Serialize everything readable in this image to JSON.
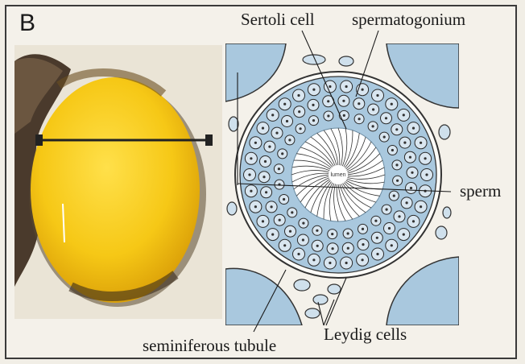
{
  "panel_letter": "B",
  "labels": {
    "sertoli_cell": "Sertoli cell",
    "spermatogonium": "spermatogonium",
    "sperm": "sperm",
    "seminiferous_tubule": "seminiferous tubule",
    "leydig_cells": "Leydig cells",
    "lumen": "lumen"
  },
  "colors": {
    "testis_yellow": "#f2c418",
    "tubule_blue": "#a9c8de",
    "cell_fill": "#cfe0ec",
    "ink": "#1a1a1a"
  }
}
